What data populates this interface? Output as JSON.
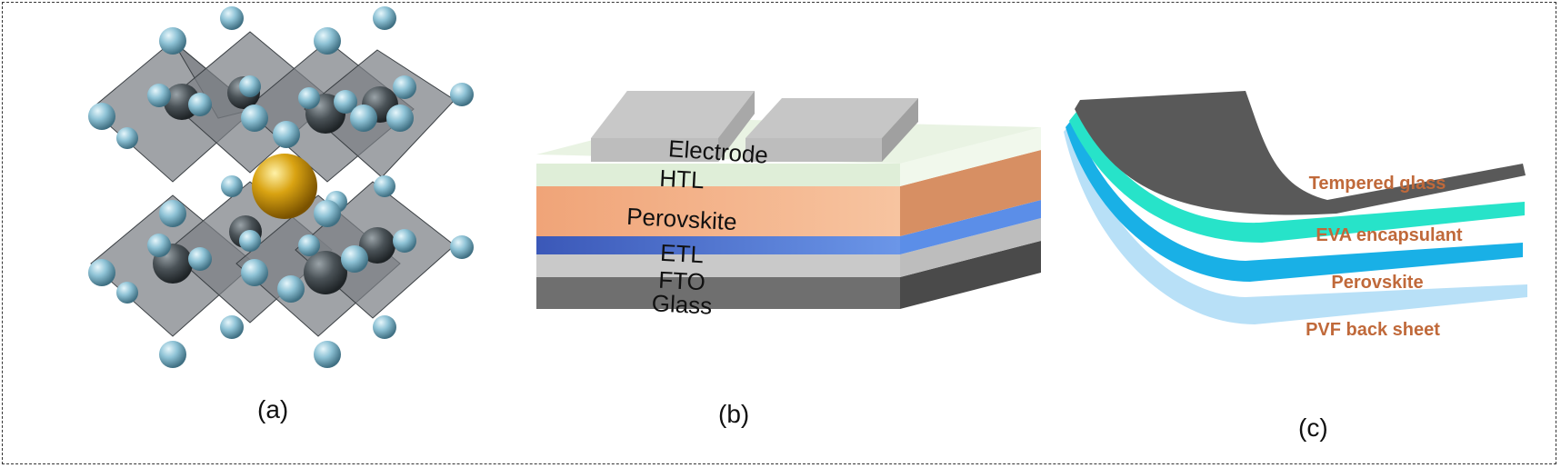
{
  "panels": {
    "a": {
      "caption": "(a)"
    },
    "b": {
      "caption": "(b)",
      "layers": {
        "electrode": "Electrode",
        "htl": "HTL",
        "perovskite": "Perovskite",
        "etl": "ETL",
        "fto": "FTO",
        "glass": "Glass"
      },
      "colors": {
        "electrode": "#bdbdbd",
        "htl": "#dfeed8",
        "perovskite": "#f2a97b",
        "etl": "#4b6cc8",
        "fto": "#c9c9c9",
        "glass": "#6f6f6f"
      }
    },
    "c": {
      "caption": "(c)",
      "layers": {
        "tempered_glass": "Tempered glass",
        "eva": "EVA encapsulant",
        "perovskite": "Perovskite",
        "pvf": "PVF back sheet"
      },
      "label_color": "#c0693a",
      "colors": {
        "tempered_glass": "#5a5a5a",
        "eva": "#2fe0c8",
        "perovskite": "#1ab3e6",
        "pvf": "#a9d8f5"
      }
    }
  }
}
